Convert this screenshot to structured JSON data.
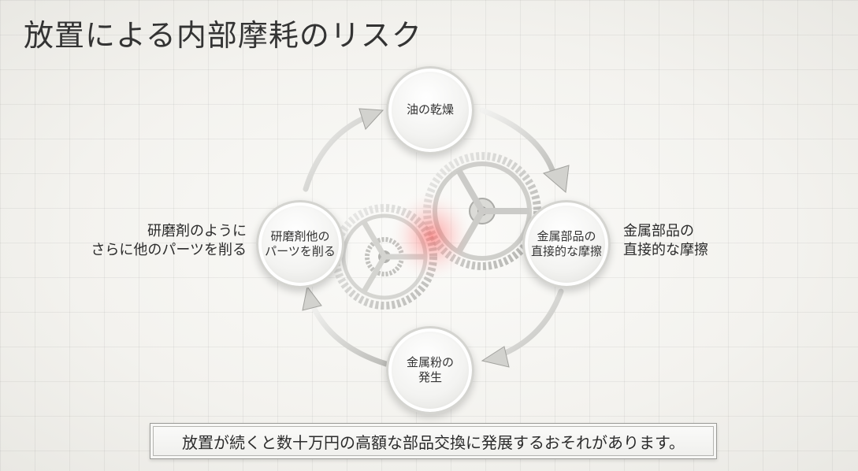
{
  "title": "放置による内部摩耗のリスク",
  "nodes": {
    "top": "油の乾燥",
    "right": "金属部品の\n直接的な摩擦",
    "bottom": "金属粉の\n発生",
    "left": "研磨剤他の\nパーツを削る"
  },
  "side_labels": {
    "left": "研磨剤のように\nさらに他のパーツを削る",
    "right": "金属部品の\n直接的な摩擦"
  },
  "footer": "放置が続くと数十万円の高額な部品交換に発展するおそれがあります。",
  "colors": {
    "arrow": "#c9c9c5",
    "arrow_edge": "#9e9e9a",
    "gear": "#bdbdb8",
    "glow": "#ff4a4a"
  }
}
